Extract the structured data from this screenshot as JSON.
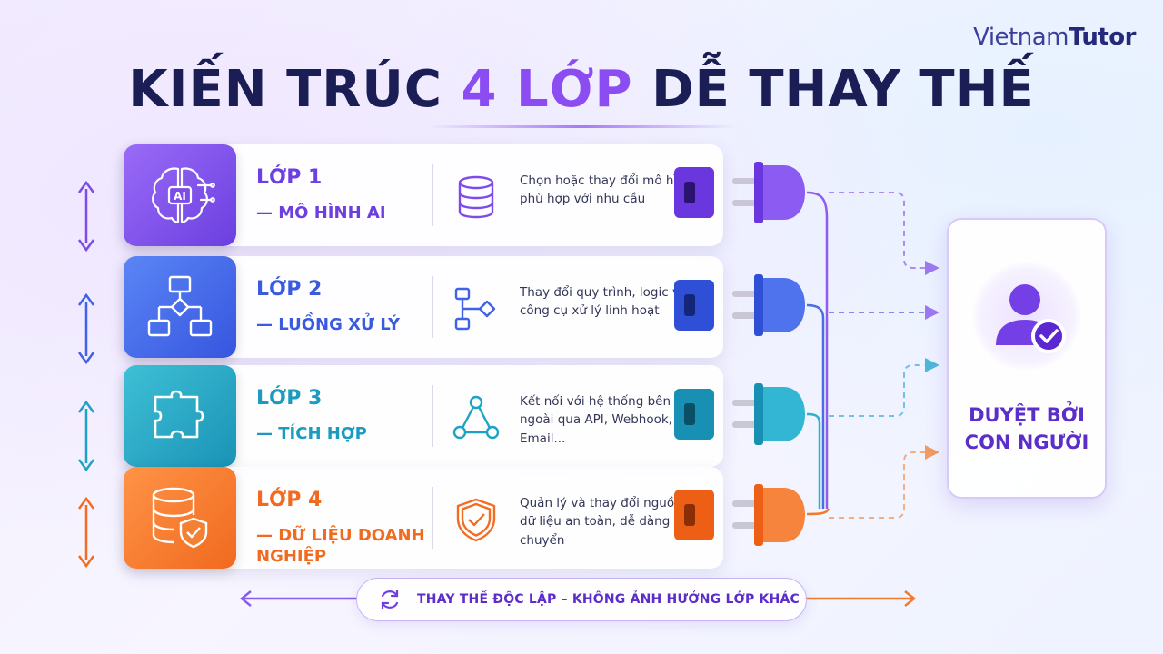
{
  "brand": {
    "prefix": "Vietnam",
    "suffix": "Tutor"
  },
  "title": {
    "part1": "KIẾN TRÚC ",
    "highlight": "4 LỚP",
    "part2": " DỄ THAY THẾ"
  },
  "layers": [
    {
      "name": "LỚP 1",
      "subtitle": "— MÔ HÌNH AI",
      "description": "Chọn hoặc thay đổi mô hình phù hợp với nhu cầu",
      "tile_icon": "brain-ai-icon",
      "desc_icon": "database-icon",
      "color": "#7c4be8",
      "tile_text": "AI"
    },
    {
      "name": "LỚP 2",
      "subtitle": "— LUỒNG XỬ LÝ",
      "description": "Thay đổi quy trình, logic và công cụ xử lý linh hoạt",
      "tile_icon": "flowchart-icon",
      "desc_icon": "workflow-icon",
      "color": "#3f62e6"
    },
    {
      "name": "LỚP 3",
      "subtitle": "— TÍCH HỢP",
      "description": "Kết nối với hệ thống bên ngoài qua API, Webhook, Email...",
      "tile_icon": "puzzle-icon",
      "desc_icon": "network-icon",
      "color": "#1ea2c4"
    },
    {
      "name": "LỚP 4",
      "subtitle": "— DỮ LIỆU DOANH NGHIỆP",
      "description": "Quản lý và thay đổi nguồn dữ liệu an toàn, dễ dàng di chuyển",
      "tile_icon": "secure-database-icon",
      "desc_icon": "shield-check-icon",
      "color": "#f26d22"
    }
  ],
  "review": {
    "line1": "DUYỆT BỞI",
    "line2": "CON NGƯỜI",
    "icon": "user-check-icon"
  },
  "footer": {
    "text": "THAY THẾ ĐỘC LẬP – KHÔNG ẢNH HƯỞNG LỚP KHÁC",
    "icon": "refresh-icon"
  },
  "colors": {
    "purple": "#7c4be8",
    "blue": "#3f62e6",
    "teal": "#1ea2c4",
    "orange": "#f26d22",
    "title": "#1b1d55"
  }
}
